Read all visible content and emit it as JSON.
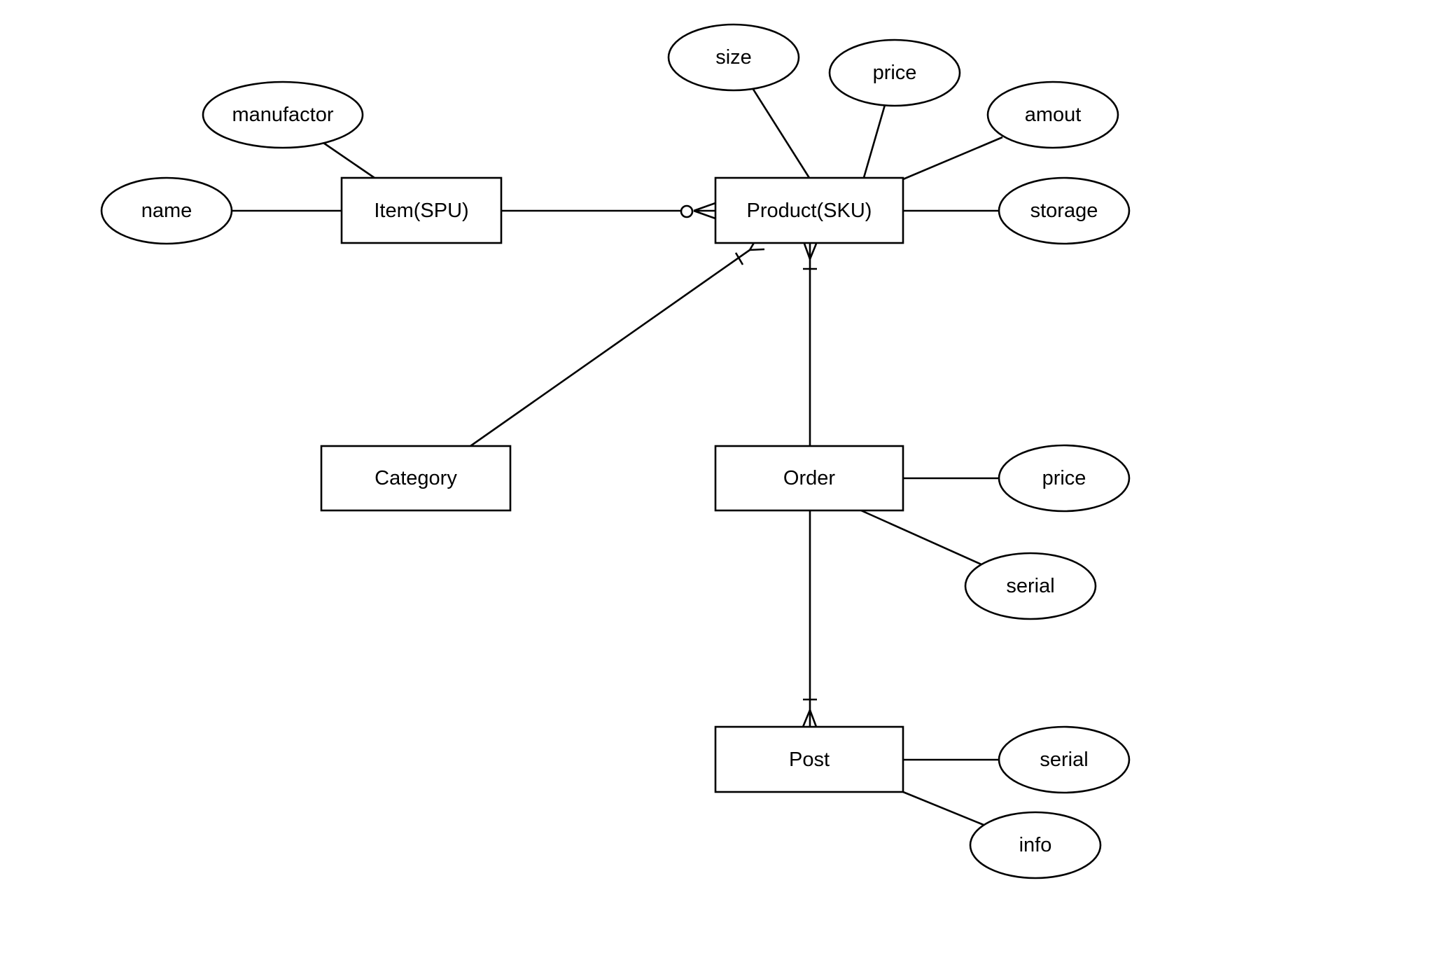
{
  "diagram": {
    "type": "er-diagram",
    "line_color": "#000000",
    "fill_color": "#ffffff",
    "entities": [
      {
        "id": "item",
        "label": "Item(SPU)"
      },
      {
        "id": "product",
        "label": "Product(SKU)"
      },
      {
        "id": "category",
        "label": "Category"
      },
      {
        "id": "order",
        "label": "Order"
      },
      {
        "id": "post",
        "label": "Post"
      }
    ],
    "attributes": [
      {
        "id": "item-manufactor",
        "entity": "item",
        "label": "manufactor"
      },
      {
        "id": "item-name",
        "entity": "item",
        "label": "name"
      },
      {
        "id": "product-size",
        "entity": "product",
        "label": "size"
      },
      {
        "id": "product-price",
        "entity": "product",
        "label": "price"
      },
      {
        "id": "product-amout",
        "entity": "product",
        "label": "amout"
      },
      {
        "id": "product-storage",
        "entity": "product",
        "label": "storage"
      },
      {
        "id": "order-price",
        "entity": "order",
        "label": "price"
      },
      {
        "id": "order-serial",
        "entity": "order",
        "label": "serial"
      },
      {
        "id": "post-serial",
        "entity": "post",
        "label": "serial"
      },
      {
        "id": "post-info",
        "entity": "post",
        "label": "info"
      }
    ],
    "relationships": [
      {
        "from": "item",
        "to": "product",
        "cardinality": "zero-or-many"
      },
      {
        "from": "category",
        "to": "product",
        "cardinality": "one-or-many"
      },
      {
        "from": "order",
        "to": "product",
        "cardinality": "one-or-many"
      },
      {
        "from": "order",
        "to": "post",
        "cardinality": "one-or-many"
      }
    ]
  }
}
